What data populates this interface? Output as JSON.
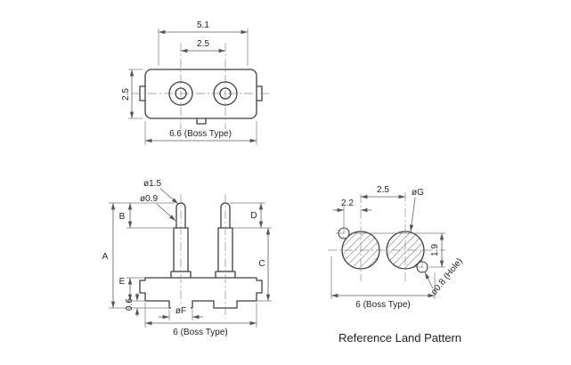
{
  "title": "connector-technical-drawing",
  "top_view": {
    "dim_outer_width": "5.1",
    "dim_pin_pitch": "2.5",
    "dim_body_depth": "2.5",
    "dim_overall_width": "6.6 (Boss Type)"
  },
  "front_view": {
    "dim_tip_diameter": "ø1.5",
    "dim_plunger_diameter": "ø0.9",
    "dim_b": "B",
    "dim_a": "A",
    "dim_e": "E",
    "dim_boss_height": "0.6",
    "dim_f_diameter": "øF",
    "dim_d": "D",
    "dim_c": "C",
    "dim_overall_width": "6 (Boss Type)"
  },
  "land_pattern": {
    "dim_hole_offset": "2.2",
    "dim_pad_pitch": "2.5",
    "dim_pad_diameter": "øG",
    "dim_hole_vertical": "1.9",
    "dim_hole_diameter": "ø0.8 (Hole)",
    "dim_overall_width": "6 (Boss Type)",
    "caption": "Reference Land Pattern"
  },
  "colors": {
    "background": "#ffffff",
    "outline": "#3f3f3f",
    "dimension": "#5f5f5f",
    "text": "#1f1f1f"
  }
}
